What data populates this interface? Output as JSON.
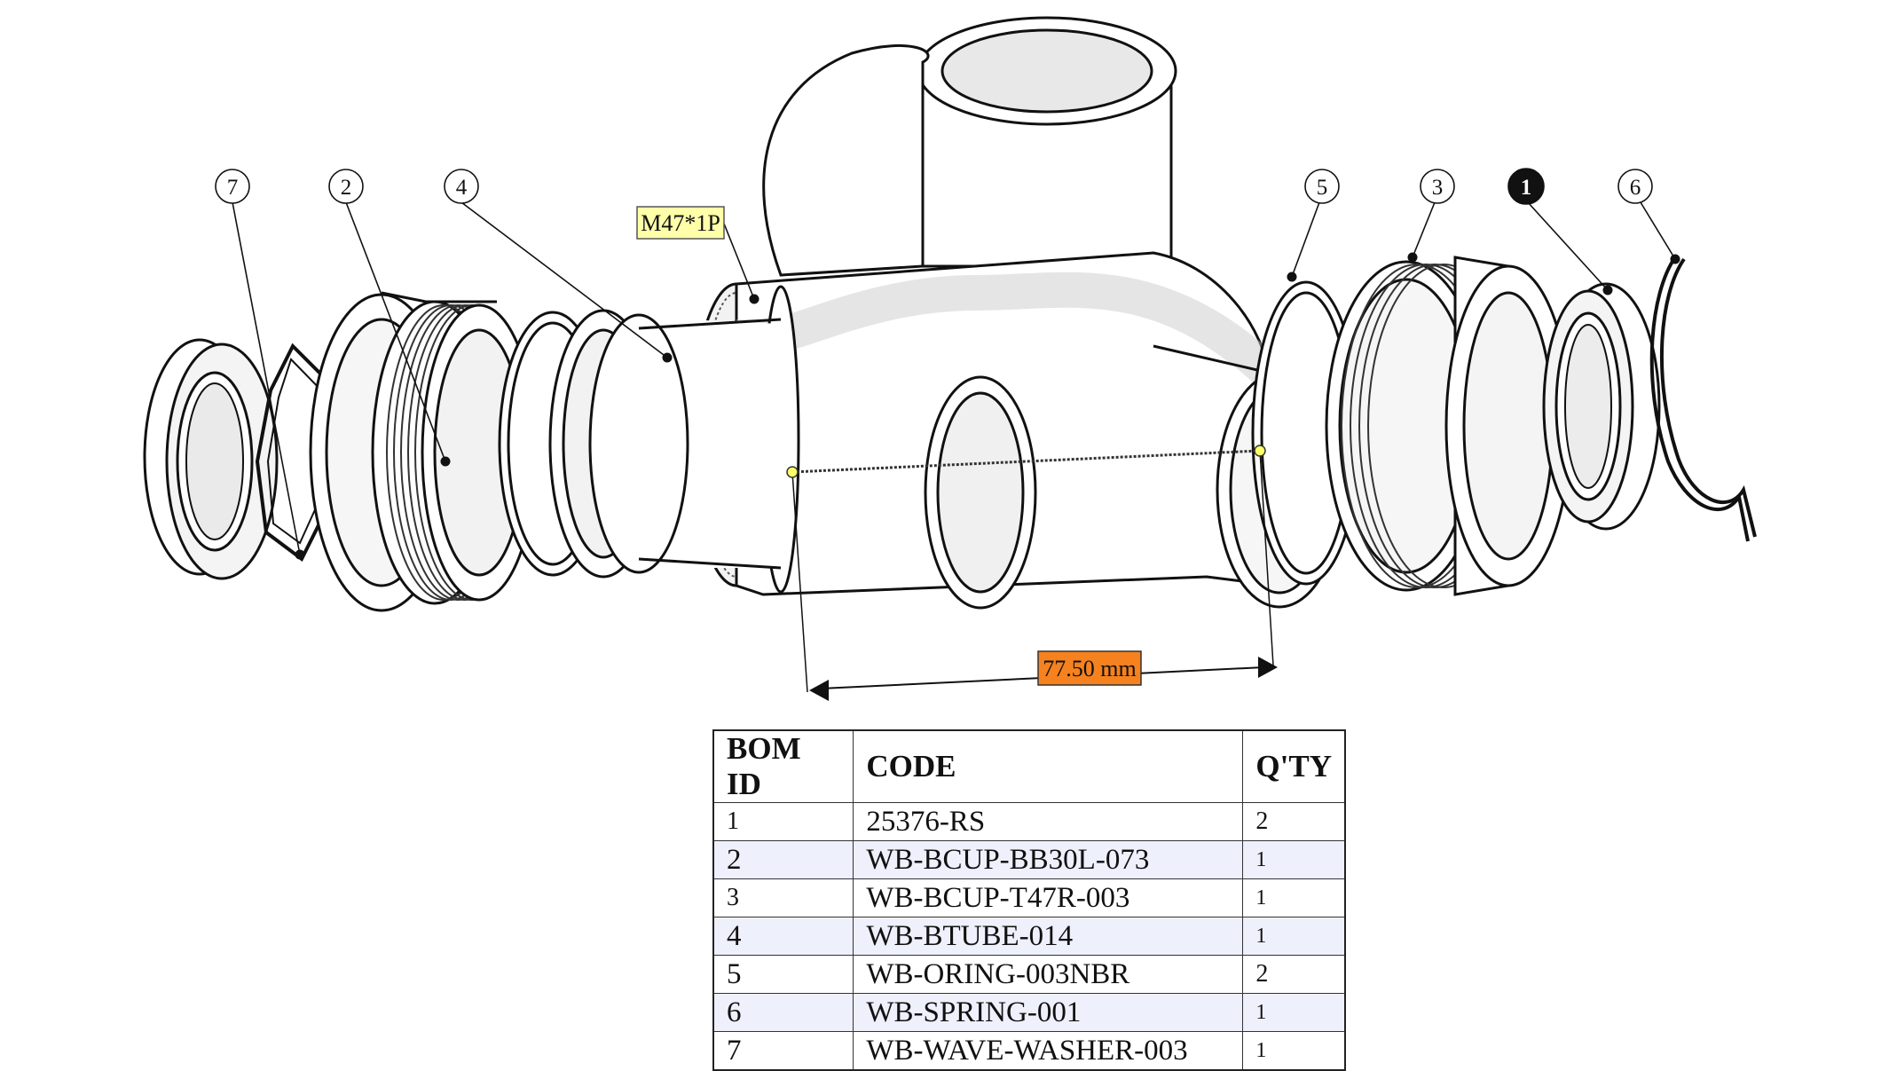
{
  "callouts": [
    {
      "label": "7",
      "filled": false
    },
    {
      "label": "2",
      "filled": false
    },
    {
      "label": "4",
      "filled": false
    },
    {
      "label": "5",
      "filled": false
    },
    {
      "label": "3",
      "filled": false
    },
    {
      "label": "1",
      "filled": true
    },
    {
      "label": "6",
      "filled": false
    }
  ],
  "annotations": {
    "thread_label": "M47*1P",
    "thread_label_color": "#ffffaa",
    "dimension_label": "77.50 mm",
    "dimension_label_color": "#f5821f"
  },
  "bom": {
    "headers": [
      "BOM ID",
      "CODE",
      "Q'TY"
    ],
    "rows": [
      {
        "id": "1",
        "code": "25376-RS",
        "qty": "2"
      },
      {
        "id": "2",
        "code": "WB-BCUP-BB30L-073",
        "qty": "1"
      },
      {
        "id": "3",
        "code": "WB-BCUP-T47R-003",
        "qty": "1"
      },
      {
        "id": "4",
        "code": "WB-BTUBE-014",
        "qty": "1"
      },
      {
        "id": "5",
        "code": "WB-ORING-003NBR",
        "qty": "2"
      },
      {
        "id": "6",
        "code": "WB-SPRING-001",
        "qty": "1"
      },
      {
        "id": "7",
        "code": "WB-WAVE-WASHER-003",
        "qty": "1"
      }
    ],
    "row_highlight_color": "#eef0fc"
  }
}
